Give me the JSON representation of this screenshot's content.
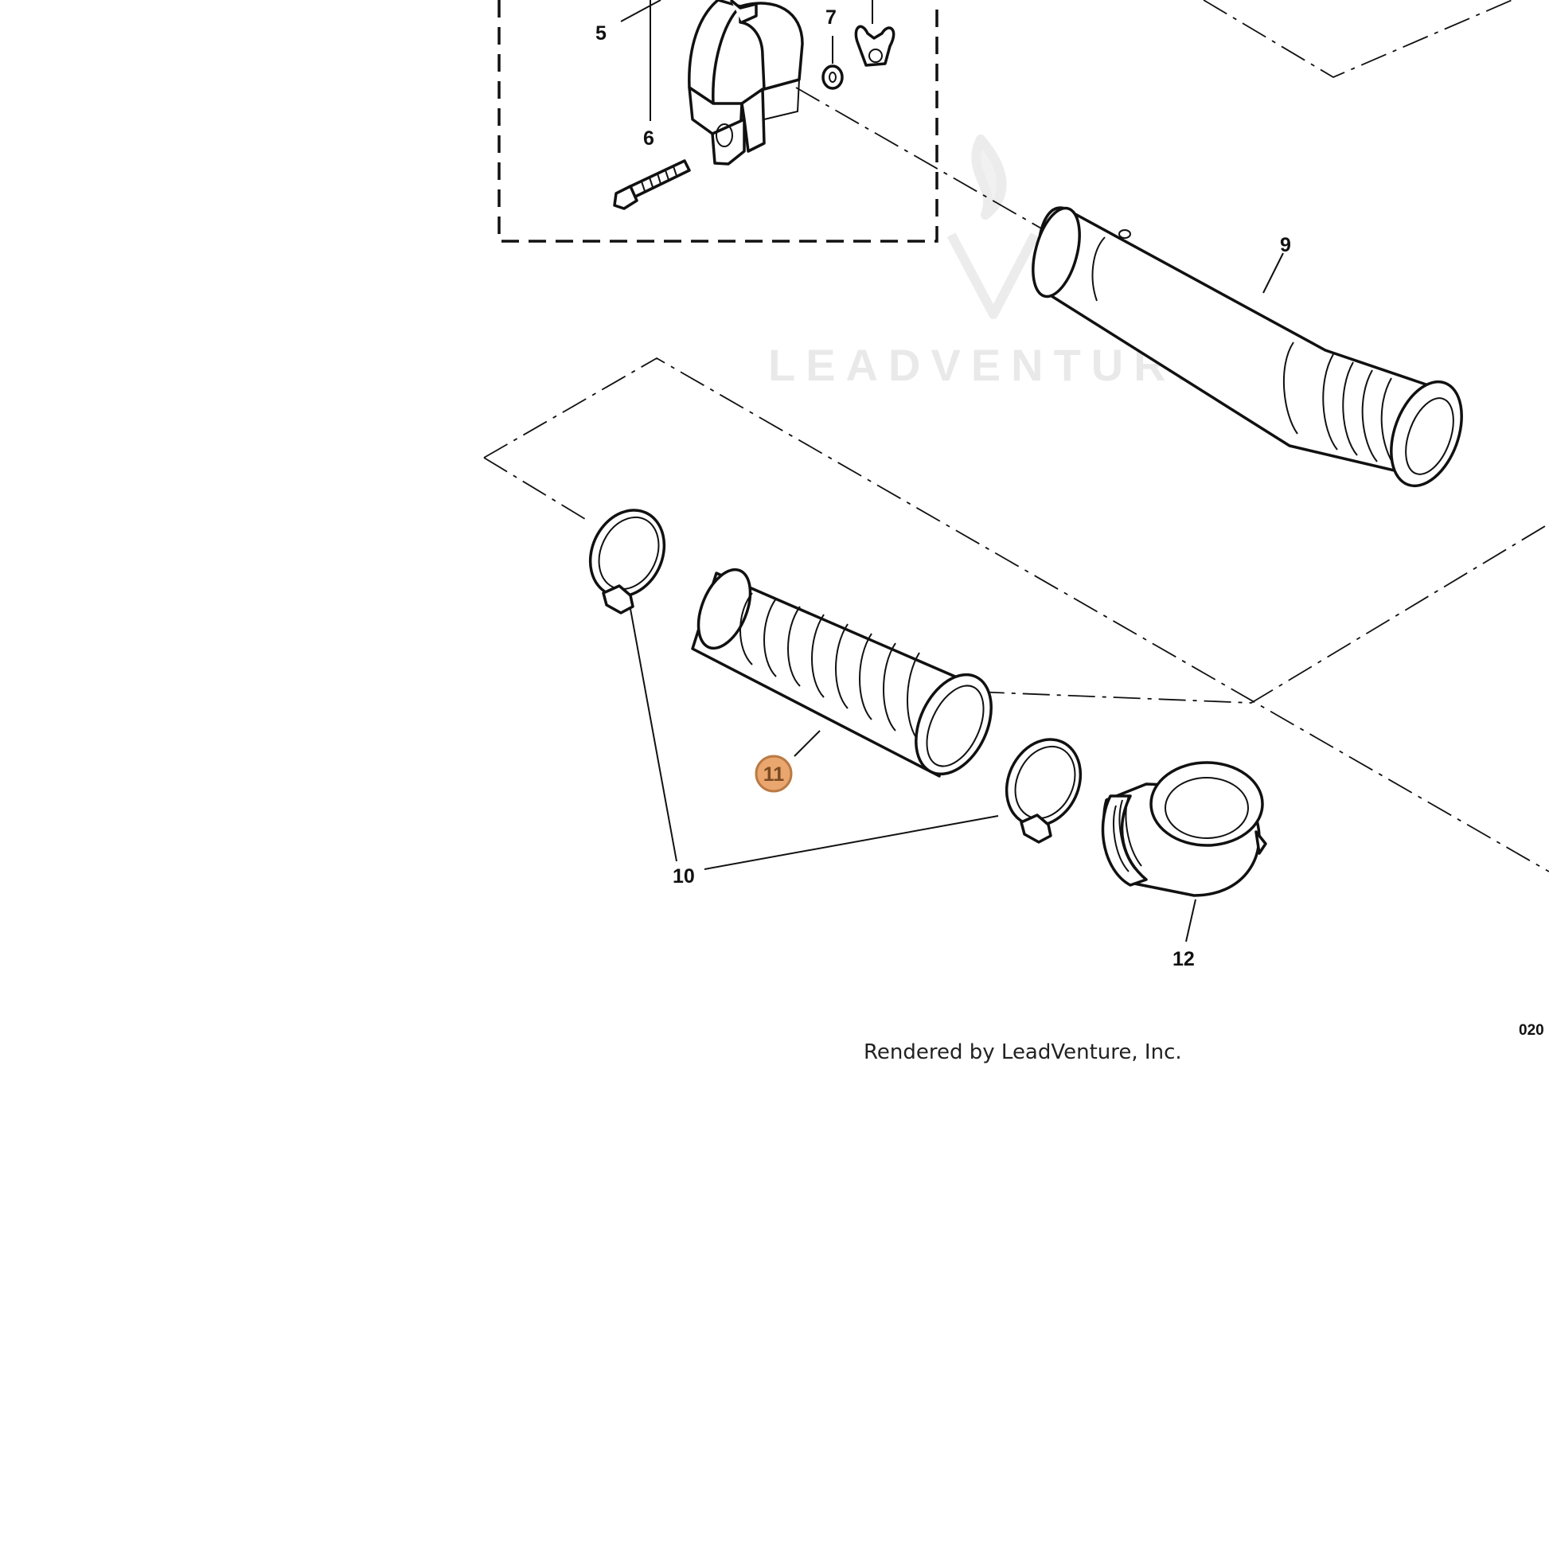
{
  "diagram": {
    "callouts": {
      "c5": "5",
      "c6": "6",
      "c7": "7",
      "c9": "9",
      "c10": "10",
      "c11": "11",
      "c12": "12"
    },
    "highlighted_callout": "11",
    "highlight_color": "#e8a267",
    "watermark": {
      "brand_text": "LEADVENTURE",
      "color": "#e9e9e9"
    },
    "footer": {
      "rendered_by": "Rendered by LeadVenture, Inc.",
      "code": "020"
    },
    "line_color": "#111111"
  }
}
